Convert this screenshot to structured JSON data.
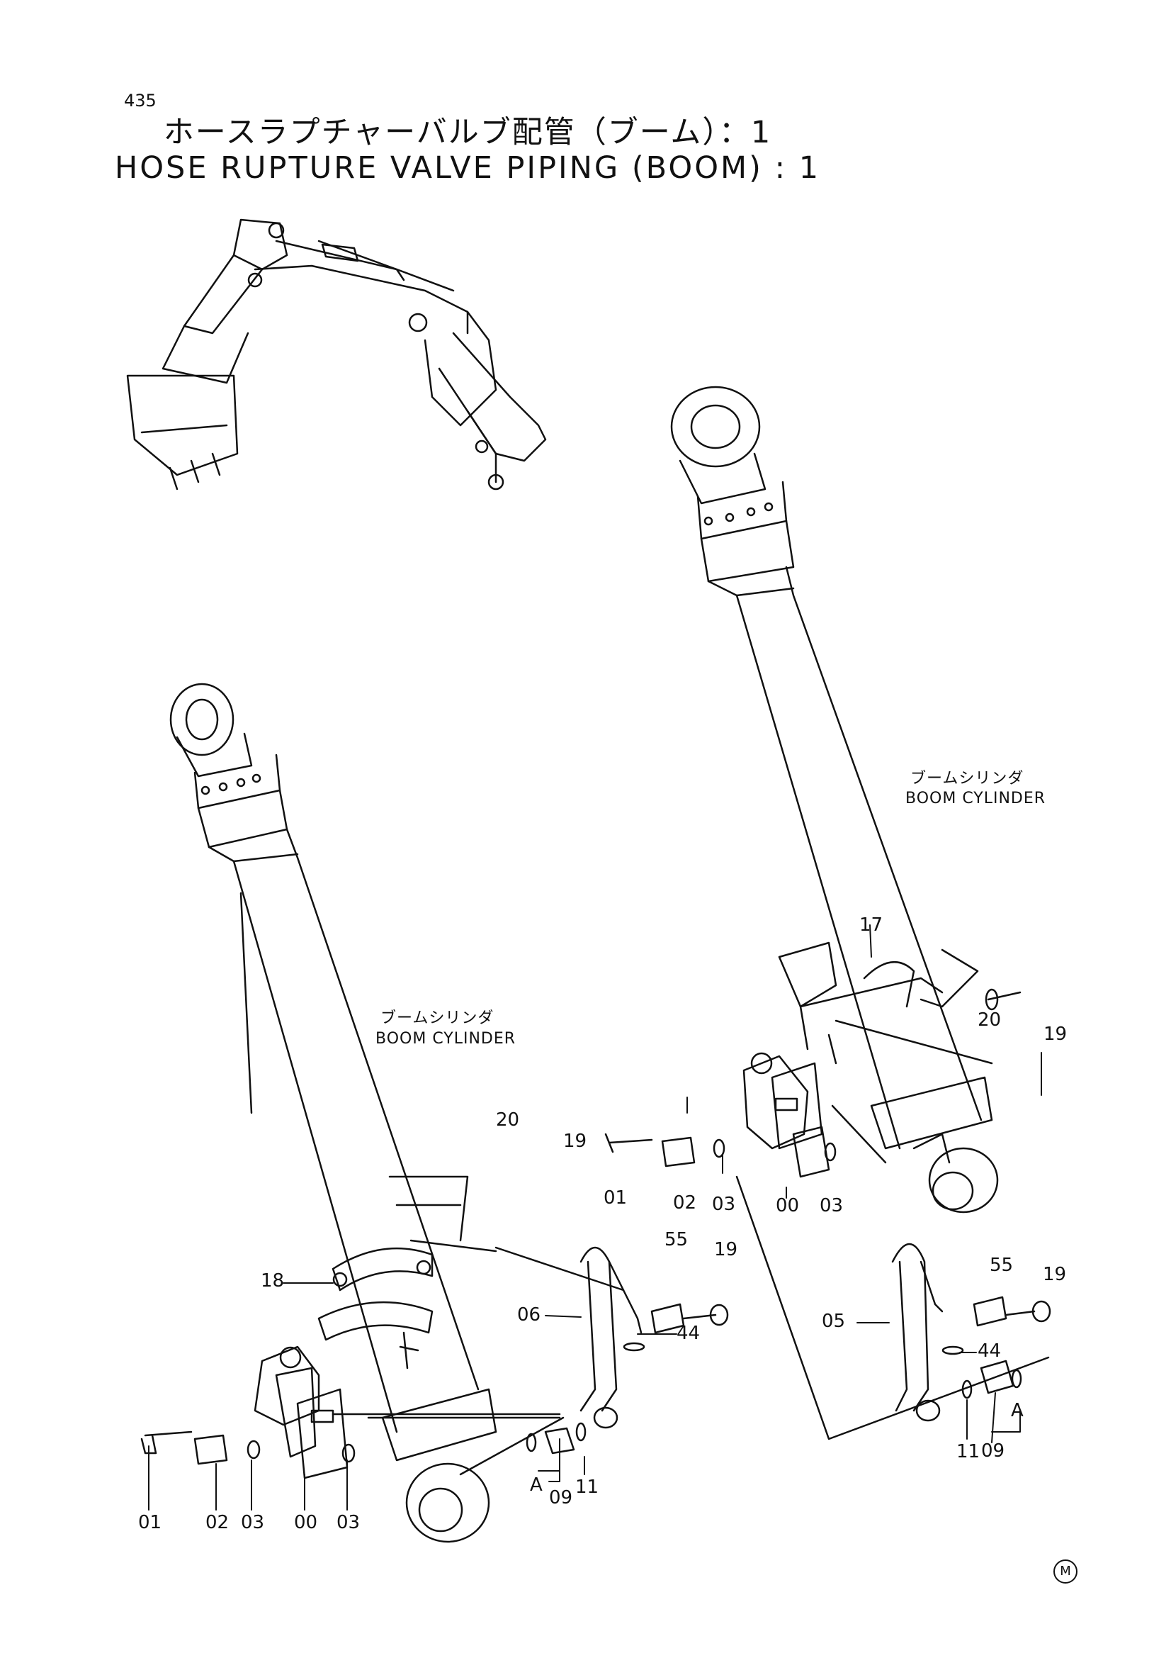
{
  "page_number": "435",
  "title_jp": "ホースラプチャーバルブ配管（ブーム）：1",
  "title_en": "HOSE RUPTURE VALVE PIPING (BOOM) : 1",
  "labels": {
    "right_cyl_jp": "ブームシリンダ",
    "right_cyl_en": "BOOM CYLINDER",
    "left_cyl_jp": "ブームシリンダ",
    "left_cyl_en": "BOOM CYLINDER"
  },
  "callouts": [
    {
      "text": "17"
    },
    {
      "text": "20"
    },
    {
      "text": "19"
    },
    {
      "text": "20"
    },
    {
      "text": "19"
    },
    {
      "text": "01"
    },
    {
      "text": "02"
    },
    {
      "text": "03"
    },
    {
      "text": "00"
    },
    {
      "text": "03"
    },
    {
      "text": "18"
    },
    {
      "text": "55"
    },
    {
      "text": "19"
    },
    {
      "text": "06"
    },
    {
      "text": "44"
    },
    {
      "text": "55"
    },
    {
      "text": "19"
    },
    {
      "text": "05"
    },
    {
      "text": "44"
    },
    {
      "text": "A"
    },
    {
      "text": "11"
    },
    {
      "text": "09"
    },
    {
      "text": "01"
    },
    {
      "text": "02"
    },
    {
      "text": "03"
    },
    {
      "text": "00"
    },
    {
      "text": "03"
    },
    {
      "text": "A"
    },
    {
      "text": "09"
    },
    {
      "text": "11"
    }
  ],
  "corner_mark": "M"
}
